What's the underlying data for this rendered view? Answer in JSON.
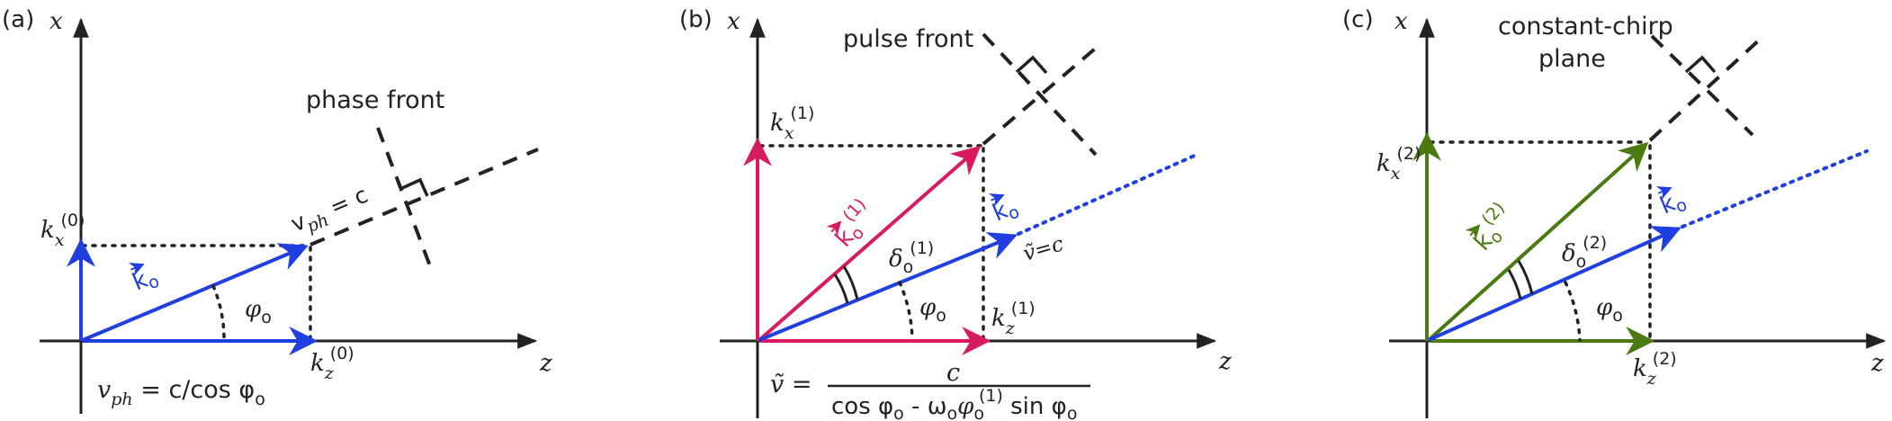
{
  "colors": {
    "ink": "#222222",
    "blue": "#1f3fe0",
    "crimson": "#d81b5e",
    "olive": "#4a7a10"
  },
  "panels": [
    {
      "label": "(a)",
      "axis_x": "x",
      "axis_z": "z",
      "front_label": "phase front",
      "kx": {
        "sym": "k",
        "sub": "x",
        "sup": "(0)"
      },
      "kz": {
        "sym": "k",
        "sub": "z",
        "sup": "(0)"
      },
      "k0": "k",
      "k0_sub": "o",
      "vph_eq": {
        "v": "v",
        "sub": "ph",
        "rest": " = c"
      },
      "angle": {
        "sym": "φ",
        "sub": "o"
      },
      "formula": {
        "lhs": "v",
        "lhs_sub": "ph",
        "rhs": " = c/cos φ",
        "rhs_sub": "o"
      }
    },
    {
      "label": "(b)",
      "axis_x": "x",
      "axis_z": "z",
      "front_label": "pulse front",
      "kx": {
        "sym": "k",
        "sub": "x",
        "sup": "(1)"
      },
      "kz": {
        "sym": "k",
        "sub": "z",
        "sup": "(1)"
      },
      "k1": {
        "sym": "k",
        "sub": "o",
        "sup": "(1)"
      },
      "k0": "k",
      "k0_sub": "o",
      "delta": {
        "sym": "δ",
        "sub": "o",
        "sup": "(1)"
      },
      "vtilde_eq": "ṽ=c",
      "angle": {
        "sym": "φ",
        "sub": "o"
      },
      "formula": {
        "lhs": "ṽ  =",
        "numerator": "c",
        "den_a": "cos φ",
        "den_a_sub": "o",
        "den_b": " - ω",
        "den_b_sub": "o",
        "den_c": "φ",
        "den_c_sub": "o",
        "den_c_sup": "(1)",
        "den_d": " sin φ",
        "den_d_sub": "o"
      }
    },
    {
      "label": "(c)",
      "axis_x": "x",
      "axis_z": "z",
      "front_label_line1": "constant-chirp",
      "front_label_line2": "plane",
      "kx": {
        "sym": "k",
        "sub": "x",
        "sup": "(2)"
      },
      "kz": {
        "sym": "k",
        "sub": "z",
        "sup": "(2)"
      },
      "k2": {
        "sym": "k",
        "sub": "o",
        "sup": "(2)"
      },
      "k0": "k",
      "k0_sub": "o",
      "delta": {
        "sym": "δ",
        "sub": "o",
        "sup": "(2)"
      },
      "angle": {
        "sym": "φ",
        "sub": "o"
      }
    }
  ]
}
